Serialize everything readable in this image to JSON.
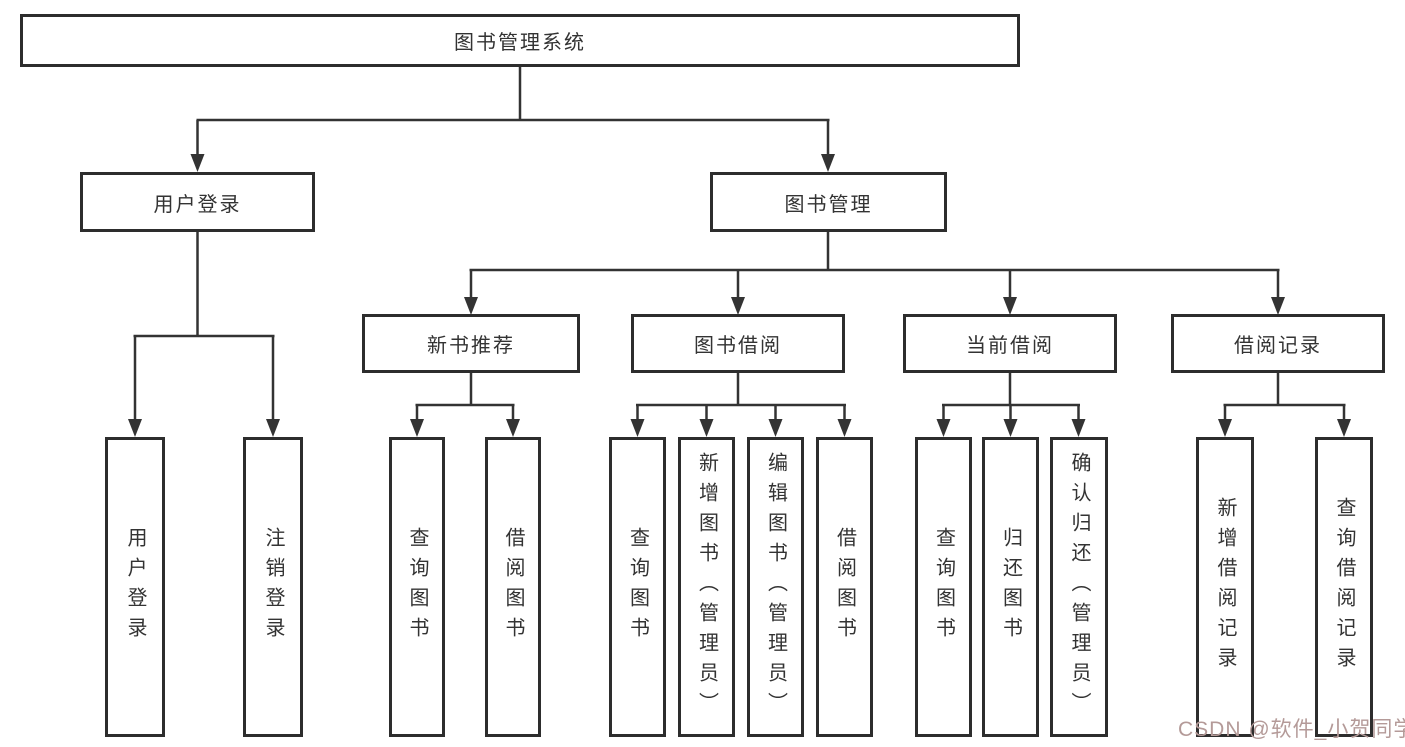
{
  "tree": {
    "root": {
      "label": "图书管理系统",
      "children": [
        {
          "label": "用户登录",
          "children": [
            {
              "label": "用户登录"
            },
            {
              "label": "注销登录"
            }
          ]
        },
        {
          "label": "图书管理",
          "children": [
            {
              "label": "新书推荐",
              "children": [
                {
                  "label": "查询图书"
                },
                {
                  "label": "借阅图书"
                }
              ]
            },
            {
              "label": "图书借阅",
              "children": [
                {
                  "label": "查询图书"
                },
                {
                  "label": "新增图书（管理员）"
                },
                {
                  "label": "编辑图书（管理员）"
                },
                {
                  "label": "借阅图书"
                }
              ]
            },
            {
              "label": "当前借阅",
              "children": [
                {
                  "label": "查询图书"
                },
                {
                  "label": "归还图书"
                },
                {
                  "label": "确认归还（管理员）"
                }
              ]
            },
            {
              "label": "借阅记录",
              "children": [
                {
                  "label": "新增借阅记录"
                },
                {
                  "label": "查询借阅记录"
                }
              ]
            }
          ]
        }
      ]
    }
  },
  "watermark": {
    "text": "CSDN @软件_小贺同学",
    "color": "#b49a98"
  },
  "colors": {
    "line": "#333333",
    "box_border": "#2d2d2d",
    "text": "#333333",
    "background": "#ffffff"
  }
}
